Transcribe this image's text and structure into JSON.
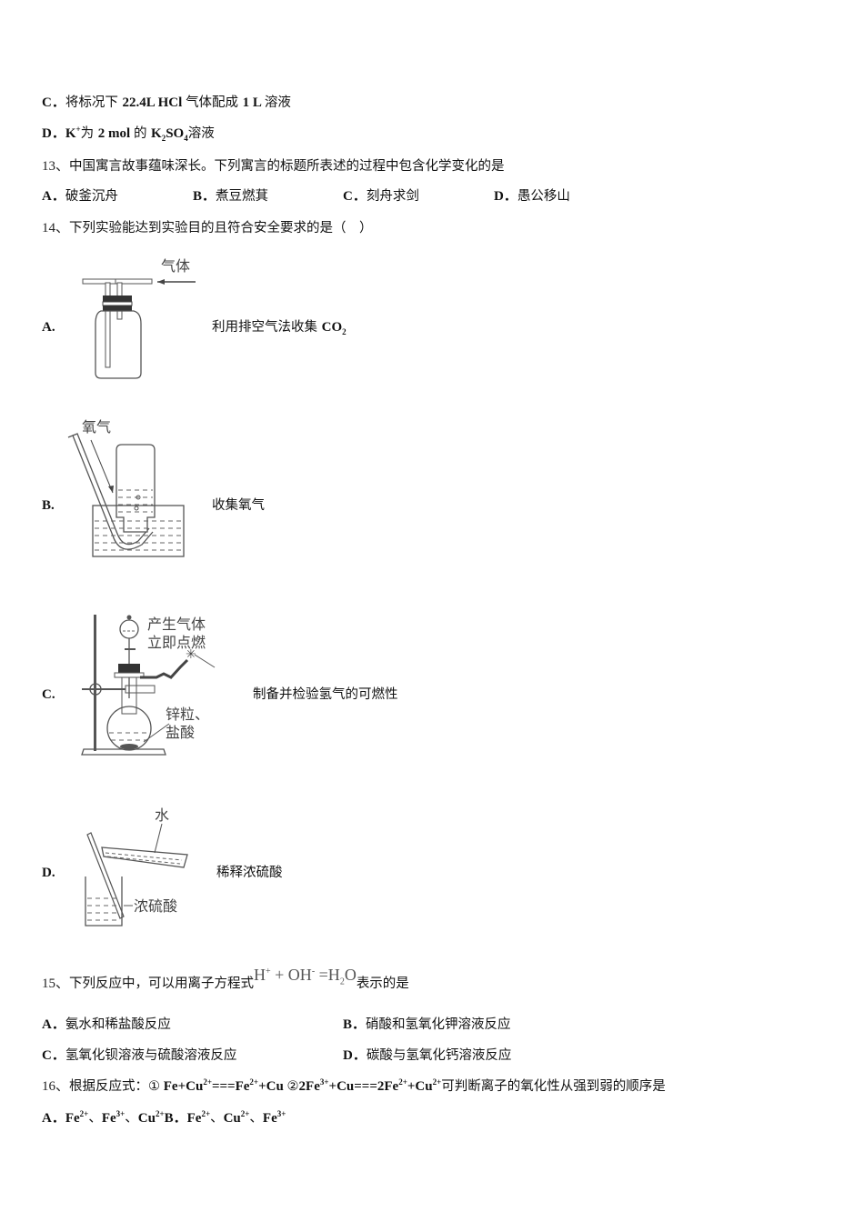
{
  "q12_tail": {
    "option_c": {
      "label": "C．",
      "text_pre": "将标况下 ",
      "text_b": "22.4L HCl ",
      "text_mid": "气体配成 ",
      "text_b2": "1 L ",
      "text_post": "溶液"
    },
    "option_d": {
      "label": "D．",
      "k": "K",
      "k_sup": "+",
      "text_1": "为 ",
      "text_b": "2 mol ",
      "text_2": "的 ",
      "f1": "K",
      "f1_sub": "2",
      "f2": "SO",
      "f2_sub": "4",
      "text_3": "溶液"
    }
  },
  "q13": {
    "number": "13、",
    "stem": "中国寓言故事蕴味深长。下列寓言的标题所表述的过程中包含化学变化的是",
    "options": [
      {
        "label": "A．",
        "text": "破釜沉舟"
      },
      {
        "label": "B．",
        "text": "煮豆燃萁"
      },
      {
        "label": "C．",
        "text": "刻舟求剑"
      },
      {
        "label": "D．",
        "text": "愚公移山"
      }
    ]
  },
  "q14": {
    "number": "14、",
    "stem": "下列实验能达到实验目的且符合安全要求的是（　）",
    "options": [
      {
        "label": "A.",
        "desc": "利用排空气法收集 ",
        "formula": "CO",
        "formula_sub": "2",
        "figure_labels": [
          "气体"
        ]
      },
      {
        "label": "B.",
        "desc": "收集氧气",
        "figure_labels": [
          "氧气"
        ]
      },
      {
        "label": "C.",
        "desc": "制备并检验氢气的可燃性",
        "figure_labels": [
          "产生气体",
          "立即点燃",
          "锌粒、",
          "盐酸"
        ]
      },
      {
        "label": "D.",
        "desc": "稀释浓硫酸",
        "figure_labels": [
          "水",
          "浓硫酸"
        ]
      }
    ]
  },
  "q15": {
    "number": "15、",
    "stem_pre": "下列反应中，可以用离子方程式",
    "formula": {
      "h": "H",
      "h_sup": "+",
      "plus": " + OH",
      "oh_sup": "-",
      "eq": " =H",
      "sub2": "2",
      "o": "O"
    },
    "stem_post": "表示的是",
    "options": [
      {
        "label": "A．",
        "text": "氨水和稀盐酸反应"
      },
      {
        "label": "B．",
        "text": "硝酸和氢氧化钾溶液反应"
      },
      {
        "label": "C．",
        "text": "氢氧化钡溶液与硫酸溶液反应"
      },
      {
        "label": "D．",
        "text": "碳酸与氢氧化钙溶液反应"
      }
    ]
  },
  "q16": {
    "number": "16、",
    "stem_pre": "根据反应式：",
    "r1_mark": "①",
    "r1": {
      "a": " Fe+Cu",
      "a_sup": "2+",
      "b": "===Fe",
      "b_sup": "2+",
      "c": "+Cu "
    },
    "r2_mark": "②",
    "r2": {
      "a": "2Fe",
      "a_sup": "3+",
      "b": "+Cu===2Fe",
      "b_sup": "2+",
      "c": "+Cu",
      "c_sup": "2+"
    },
    "stem_post": "可判断离子的氧化性从强到弱的顺序是",
    "options": [
      {
        "label": "A．",
        "i1": "Fe",
        "s1": "2+",
        "i2": "Fe",
        "s2": "3+",
        "i3": "Cu",
        "s3": "2+"
      },
      {
        "label": "B．",
        "i1": "Fe",
        "s1": "2+",
        "i2": "Cu",
        "s2": "2+",
        "i3": "Fe",
        "s3": "3+"
      }
    ],
    "sep": "、"
  }
}
